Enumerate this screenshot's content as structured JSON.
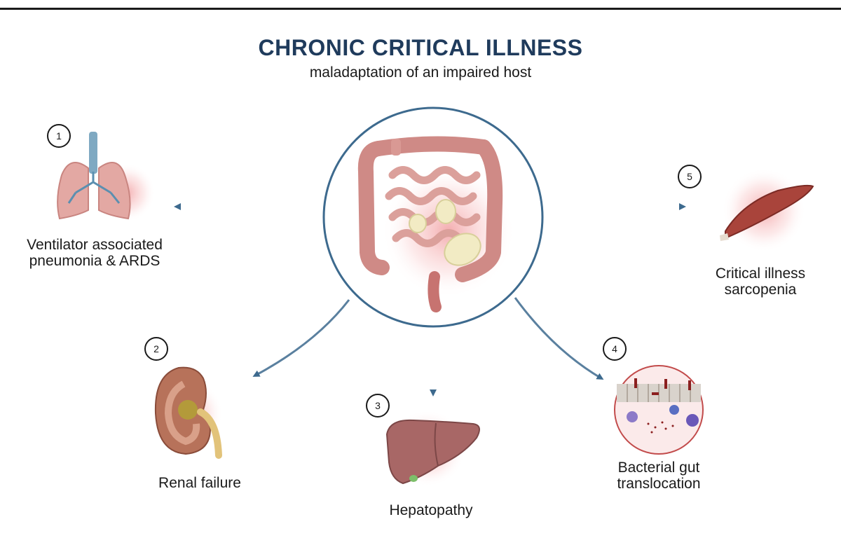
{
  "header": {
    "title": "CHRONIC CRITICAL ILLNESS",
    "subtitle": "maladaptation of an impaired host"
  },
  "center": {
    "icon": "intestine-icon"
  },
  "outcomes": [
    {
      "number": "1",
      "line1": "Ventilator associated",
      "line2": "pneumonia & ARDS",
      "icon": "lungs-icon"
    },
    {
      "number": "2",
      "line1": "Renal failure",
      "line2": "",
      "icon": "kidney-icon"
    },
    {
      "number": "3",
      "line1": "Hepatopathy",
      "line2": "",
      "icon": "liver-icon"
    },
    {
      "number": "4",
      "line1": "Bacterial gut",
      "line2": "translocation",
      "icon": "gut-barrier-icon"
    },
    {
      "number": "5",
      "line1": "Critical illness",
      "line2": "sarcopenia",
      "icon": "muscle-icon"
    }
  ],
  "colors": {
    "title": "#1f3b5c",
    "arrow": "#3d6a8e",
    "circle": "#3d6a8e",
    "inflammation": "#e5484d",
    "organ_pink": "#d98c8a"
  }
}
